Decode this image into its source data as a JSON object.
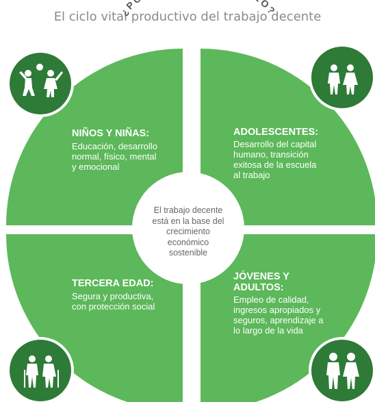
{
  "header": {
    "title": "El ciclo vital productivo del trabajo decente",
    "arc_text": "¿POR QUÉ PROMOVERLO?"
  },
  "center": {
    "lines": [
      "El trabajo decente",
      "está en la base del",
      "crecimiento",
      "económico",
      "sostenible"
    ]
  },
  "quadrants": [
    {
      "title_lines": [
        "NIÑOS Y NIÑAS:"
      ],
      "text_lines": [
        "Educación, desarrollo",
        "normal, físico, mental",
        "y emocional"
      ],
      "icon": "children-playing-icon"
    },
    {
      "title_lines": [
        "ADOLESCENTES:"
      ],
      "text_lines": [
        "Desarrollo del capital",
        "humano, transición",
        "exitosa de la escuela",
        "al trabajo"
      ],
      "icon": "adolescents-icon"
    },
    {
      "title_lines": [
        "TERCERA EDAD:"
      ],
      "text_lines": [
        "Segura y productiva,",
        "con protección social"
      ],
      "icon": "elderly-couple-icon"
    },
    {
      "title_lines": [
        "JÓVENES Y",
        "ADULTOS:"
      ],
      "text_lines": [
        "Empleo de calidad,",
        "ingresos apropiados y",
        "seguros, aprendizaje a",
        "lo largo de la vida"
      ],
      "icon": "adults-couple-icon"
    }
  ],
  "colors": {
    "quadrant": "#5cb85a",
    "icon_circle": "#2e7a37",
    "center": "#ffffff",
    "title": "#8a8a8a",
    "arc_text": "#555555"
  }
}
